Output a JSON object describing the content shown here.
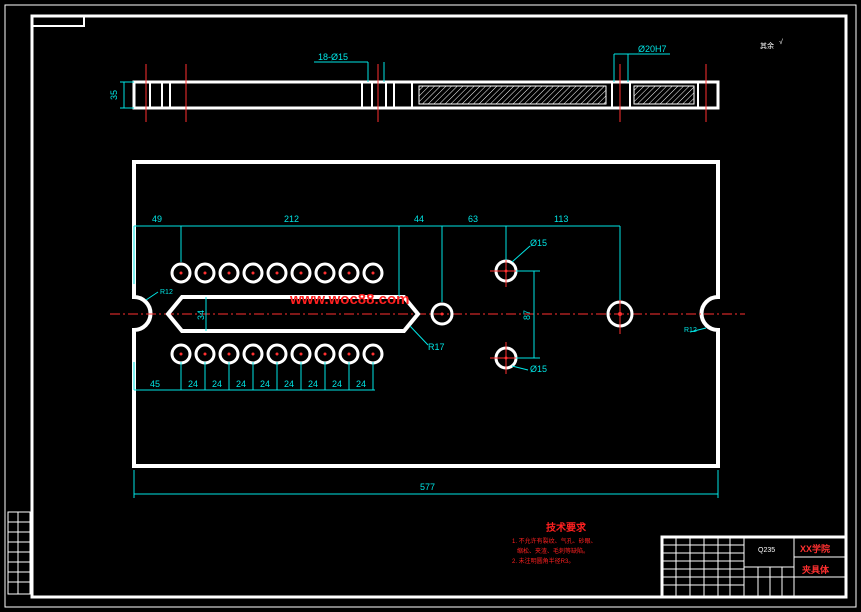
{
  "drawing": {
    "dimensions": {
      "front_thickness": "35",
      "holes_callout": "18-Ø15",
      "bore_callout": "Ø20H7",
      "d49": "49",
      "d212": "212",
      "d44": "44",
      "d63": "63",
      "d113": "113",
      "d15_top": "Ø15",
      "d15_bottom": "Ø15",
      "d87": "87",
      "d34": "34",
      "r17": "R17",
      "r12_left": "R12",
      "r12_right": "R12",
      "d45": "45",
      "pitch": [
        "24",
        "24",
        "24",
        "24",
        "24",
        "24",
        "24",
        "24"
      ],
      "overall_length": "577"
    },
    "roughness_note": "其余",
    "watermark": "www.woc88.com",
    "tech_requirements": {
      "title": "技术要求",
      "lines": [
        "1. 不允许有裂纹、气孔、砂眼、",
        "   缩松、夹渣、毛刺等缺陷。",
        "2. 未注明圆角半径R3。"
      ]
    },
    "title_block": {
      "material": "Q235",
      "school": "XX学院",
      "part_name": "夹具体"
    }
  },
  "colors": {
    "outline": "#ffffff",
    "dimension": "#00e5e5",
    "annotation": "#ff2020",
    "centerline": "#ff3030"
  }
}
